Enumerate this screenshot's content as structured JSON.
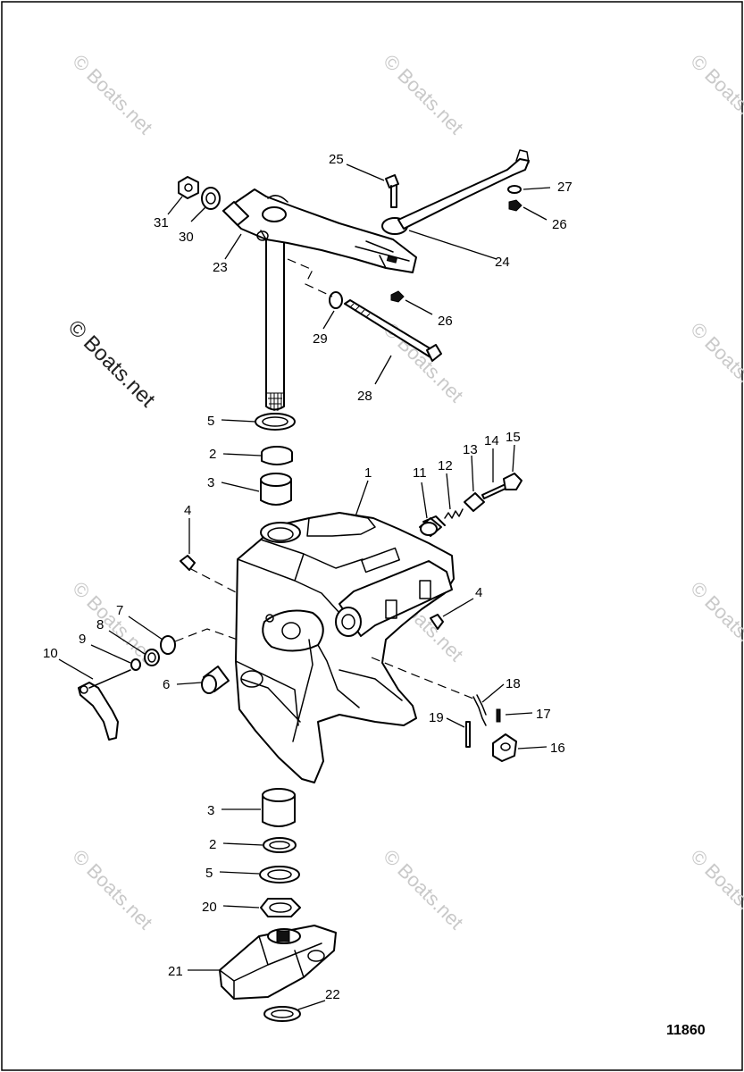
{
  "watermark": {
    "text": "© Boats.net"
  },
  "figure_number": "11860",
  "callouts": {
    "c1": "1",
    "c2a": "2",
    "c2b": "2",
    "c3a": "3",
    "c3b": "3",
    "c4a": "4",
    "c4b": "4",
    "c5a": "5",
    "c5b": "5",
    "c6": "6",
    "c7": "7",
    "c8": "8",
    "c9": "9",
    "c10": "10",
    "c11": "11",
    "c12": "12",
    "c13": "13",
    "c14": "14",
    "c15": "15",
    "c16": "16",
    "c17": "17",
    "c18": "18",
    "c19": "19",
    "c20": "20",
    "c21": "21",
    "c22": "22",
    "c23": "23",
    "c24": "24",
    "c25": "25",
    "c26a": "26",
    "c26b": "26",
    "c27": "27",
    "c28": "28",
    "c29": "29",
    "c30": "30",
    "c31": "31"
  }
}
